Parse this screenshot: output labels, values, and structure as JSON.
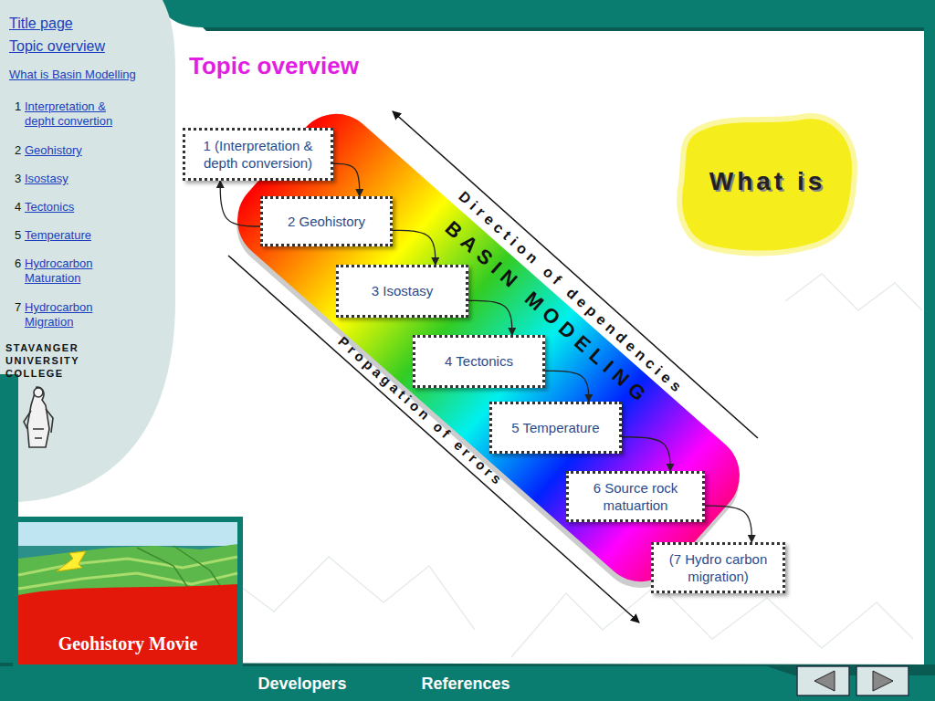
{
  "diagram": {
    "title": "Topic overview",
    "nodes": [
      {
        "text": [
          "BASIN MODELING"
        ]
      },
      {
        "text": [
          "1 (Interpretation & depth conversion)"
        ]
      },
      {
        "text": [
          "2 Geohistory"
        ]
      },
      {
        "text": [
          "3 Isostasy"
        ]
      },
      {
        "text": [
          "4 Tectonics"
        ]
      },
      {
        "text": [
          "5 Temperature"
        ]
      },
      {
        "text": [
          "6 Source rock matuartion"
        ]
      },
      {
        "text": [
          "(7 Hydro carbon migration)"
        ]
      },
      {
        "text": [
          "What is"
        ]
      },
      {
        "text": [
          "Geohistory Movie"
        ]
      }
    ],
    "edges": [
      {
        "from": 1,
        "to": 2,
        "arrow": "to"
      },
      {
        "from": 2,
        "to": 1,
        "arrow": "to"
      },
      {
        "from": 2,
        "to": 3,
        "arrow": "to"
      },
      {
        "from": 3,
        "to": 4,
        "arrow": "to"
      },
      {
        "from": 4,
        "to": 5,
        "arrow": "to"
      },
      {
        "from": 5,
        "to": 6,
        "arrow": "to"
      },
      {
        "from": 6,
        "to": 7,
        "arrow": "to"
      }
    ],
    "labels": [
      "Title page",
      "Topic overview",
      "What is Basin Modelling",
      "1",
      "Interpretation & depht convertion",
      "2",
      "Geohistory",
      "3",
      "Isostasy",
      "4",
      "Tectonics",
      "5",
      "Temperature",
      "6",
      "Hydrocarbon Maturation",
      "7",
      "Hydrocarbon Migration",
      "STAVANGER UNIVERSITY COLLEGE",
      "Direction of dependencies",
      "Propagation of errors",
      "Developers",
      "References"
    ]
  }
}
